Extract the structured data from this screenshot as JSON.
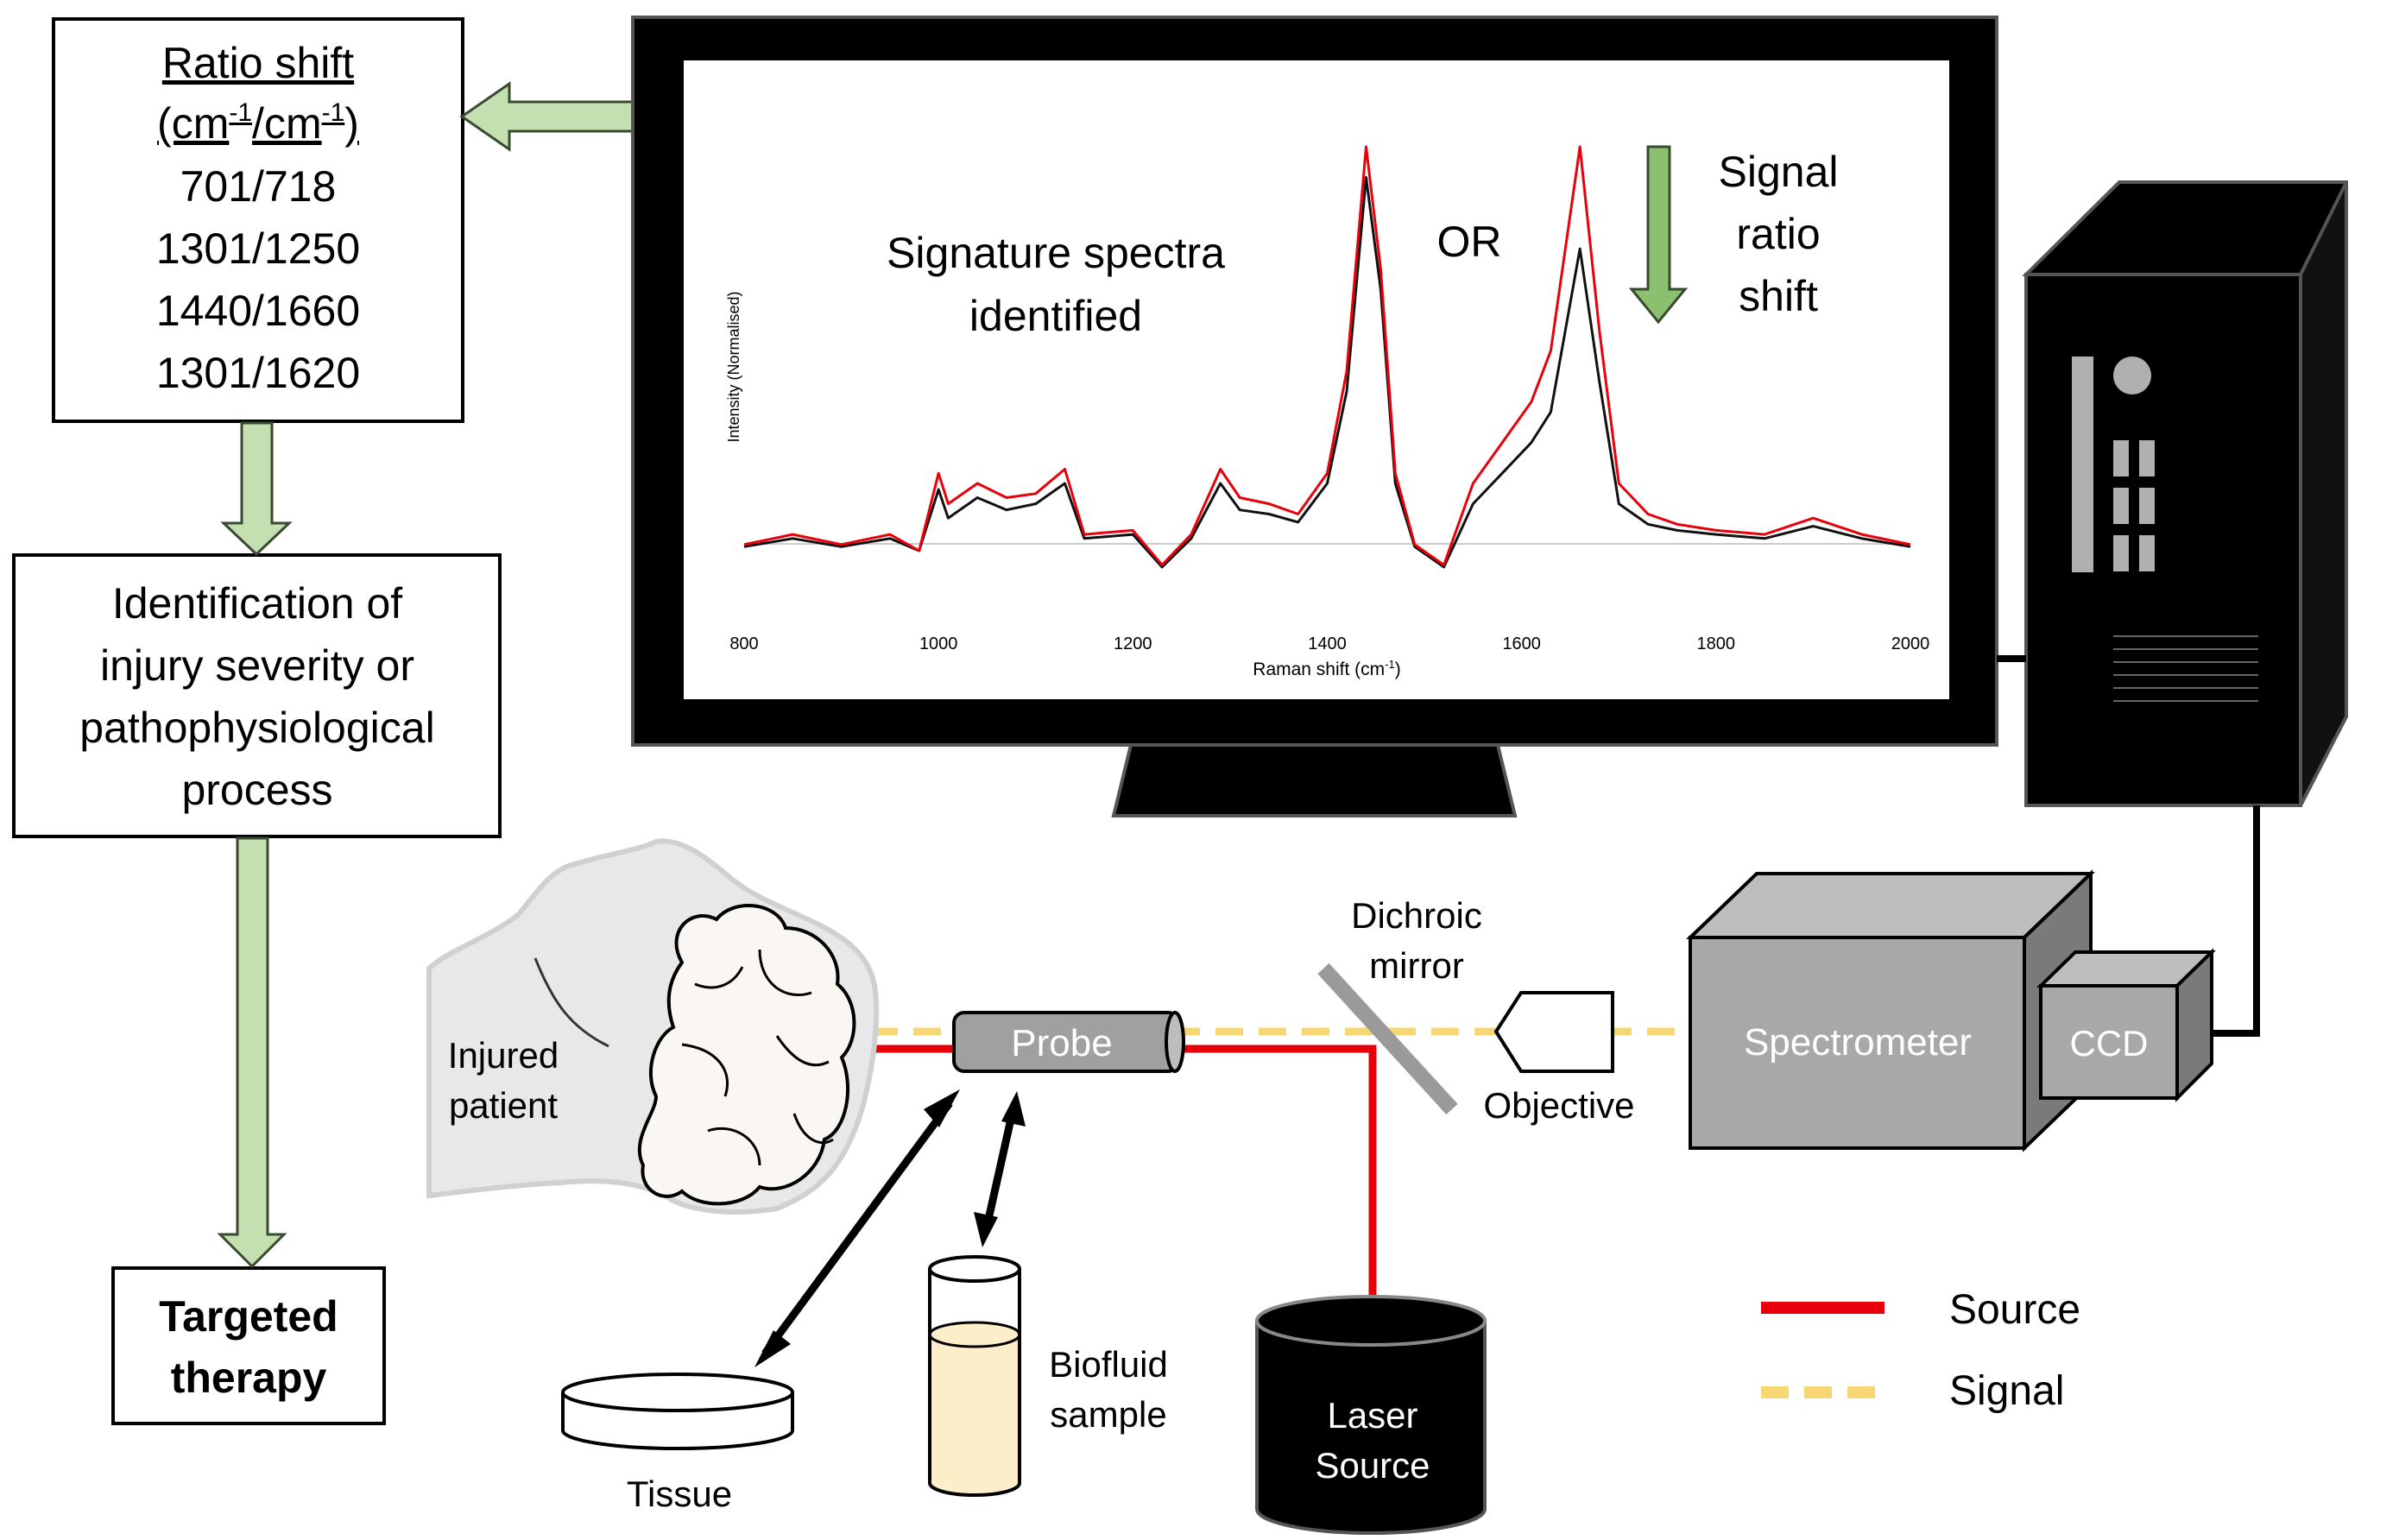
{
  "ratio_box": {
    "title": "Ratio shift",
    "unit_prefix": "(cm",
    "unit_sup1": "-1",
    "unit_mid": "/cm",
    "unit_sup2": "-1",
    "unit_suffix": ")",
    "ratios": [
      "701/718",
      "1301/1250",
      "1440/1660",
      "1301/1620"
    ]
  },
  "identification_box": {
    "lines": [
      "Identification of",
      "injury severity or",
      "pathophysiological",
      "process"
    ]
  },
  "therapy_box": {
    "lines": [
      "Targeted",
      "therapy"
    ]
  },
  "monitor": {
    "annotation_signature": [
      "Signature spectra",
      "identified"
    ],
    "annotation_or": "OR",
    "annotation_shift": [
      "Signal",
      "ratio",
      "shift"
    ]
  },
  "chart_data": {
    "type": "line",
    "xlabel": "Raman shift (cm",
    "xlabel_sup": "-1",
    "xlabel_suffix": ")",
    "ylabel": "Intensity (Normalised)",
    "xlim": [
      800,
      2000
    ],
    "ylim": [
      -0.2,
      2.0
    ],
    "x_ticks": [
      "800",
      "1000",
      "1200",
      "1400",
      "1600",
      "1800",
      "2000"
    ],
    "grid": false,
    "series": [
      {
        "color": "#e8000b",
        "x": [
          800,
          850,
          900,
          950,
          980,
          1000,
          1010,
          1040,
          1070,
          1100,
          1130,
          1150,
          1200,
          1230,
          1260,
          1290,
          1310,
          1340,
          1370,
          1400,
          1420,
          1440,
          1455,
          1470,
          1490,
          1520,
          1550,
          1580,
          1610,
          1630,
          1660,
          1680,
          1700,
          1730,
          1760,
          1800,
          1850,
          1900,
          1950,
          2000
        ],
        "y": [
          0.05,
          0.1,
          0.05,
          0.1,
          0.02,
          0.4,
          0.25,
          0.35,
          0.28,
          0.3,
          0.42,
          0.1,
          0.12,
          -0.05,
          0.1,
          0.42,
          0.28,
          0.25,
          0.2,
          0.4,
          0.9,
          2.0,
          1.4,
          0.4,
          0.05,
          -0.05,
          0.35,
          0.55,
          0.75,
          1.0,
          2.0,
          1.1,
          0.35,
          0.2,
          0.15,
          0.12,
          0.1,
          0.18,
          0.1,
          0.05
        ]
      },
      {
        "color": "#111111",
        "x": [
          800,
          850,
          900,
          950,
          980,
          1000,
          1010,
          1040,
          1070,
          1100,
          1130,
          1150,
          1200,
          1230,
          1260,
          1290,
          1310,
          1340,
          1370,
          1400,
          1420,
          1440,
          1455,
          1470,
          1490,
          1520,
          1550,
          1580,
          1610,
          1630,
          1660,
          1680,
          1700,
          1730,
          1760,
          1800,
          1850,
          1900,
          1950,
          2000
        ],
        "y": [
          0.04,
          0.08,
          0.04,
          0.08,
          0.02,
          0.32,
          0.18,
          0.28,
          0.22,
          0.25,
          0.35,
          0.08,
          0.1,
          -0.06,
          0.08,
          0.35,
          0.22,
          0.2,
          0.16,
          0.35,
          0.8,
          1.85,
          1.3,
          0.35,
          0.04,
          -0.06,
          0.25,
          0.4,
          0.55,
          0.7,
          1.5,
          0.85,
          0.25,
          0.15,
          0.12,
          0.1,
          0.08,
          0.14,
          0.08,
          0.04
        ]
      }
    ]
  },
  "labels": {
    "injured_patient": [
      "Injured",
      "patient"
    ],
    "probe": "Probe",
    "dichroic_mirror": [
      "Dichroic",
      "mirror"
    ],
    "objective": "Objective",
    "spectrometer": "Spectrometer",
    "ccd": "CCD",
    "laser_source": [
      "Laser",
      "Source"
    ],
    "tissue": "Tissue",
    "biofluid_sample": [
      "Biofluid",
      "sample"
    ]
  },
  "legend": {
    "source_label": "Source",
    "signal_label": "Signal",
    "source_color": "#e8000b",
    "signal_color": "#f7d774"
  },
  "colors": {
    "arrow_green": "#c4dfb0",
    "arrow_green_stroke": "#3a4a30",
    "arrow_dark_green": "#8bc071",
    "tube_fill": "#fbeec8"
  }
}
